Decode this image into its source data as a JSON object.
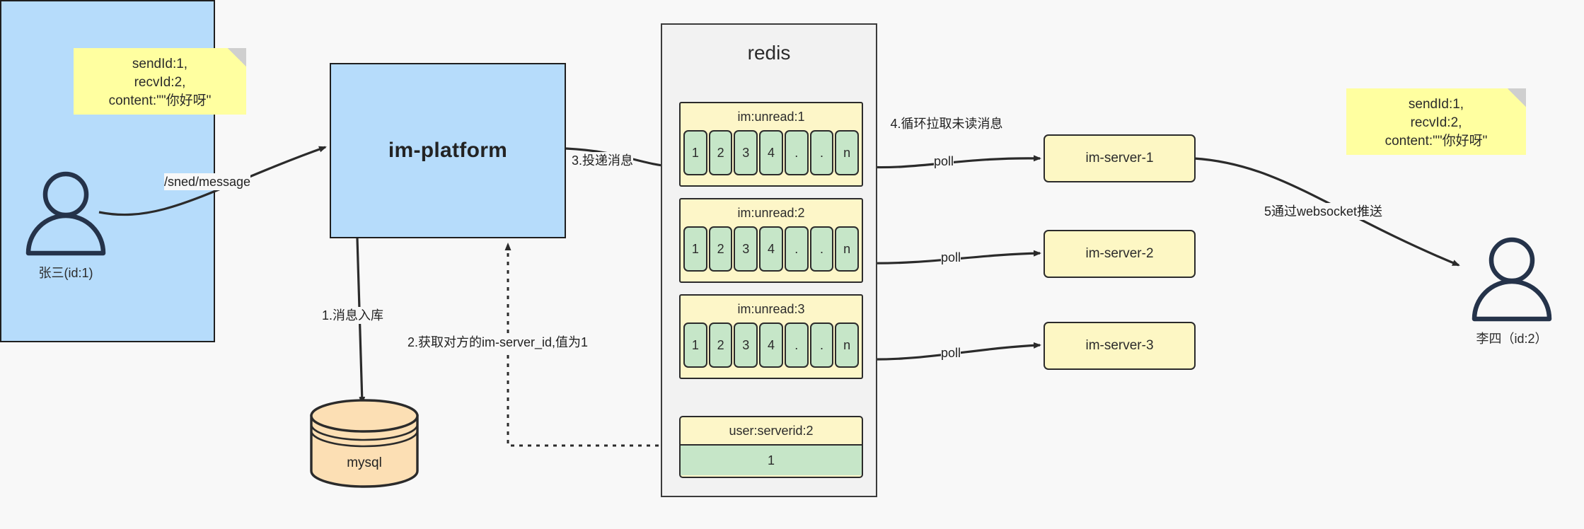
{
  "diagram": {
    "title": "IM message delivery architecture",
    "colors": {
      "sticky": "#ffffa0",
      "blue_box": "#b6dcfb",
      "yellow_box": "#fdf6c8",
      "green_cell": "#c6e6c8",
      "mysql_fill": "#fcdfb4",
      "stroke": "#2b2b2b",
      "background": "#f8f8f8"
    }
  },
  "notes": {
    "left": {
      "line1": "sendId:1,",
      "line2": "recvId:2,",
      "line3": "content:\"\"你好呀\""
    },
    "right": {
      "line1": "sendId:1,",
      "line2": "recvId:2,",
      "line3": "content:\"\"你好呀\""
    }
  },
  "actors": {
    "sender": {
      "caption": "张三(id:1)",
      "icon": "person-icon"
    },
    "receiver": {
      "caption": "李四（id:2）",
      "icon": "person-icon"
    }
  },
  "nodes": {
    "platform": {
      "label": "im-platform"
    },
    "mysql": {
      "label": "mysql"
    },
    "redis": {
      "title": "redis"
    }
  },
  "redis": {
    "queues": [
      {
        "key": "im:unread:1",
        "cells": [
          "1",
          "2",
          "3",
          "4",
          ".",
          ".",
          "n"
        ]
      },
      {
        "key": "im:unread:2",
        "cells": [
          "1",
          "2",
          "3",
          "4",
          ".",
          ".",
          "n"
        ]
      },
      {
        "key": "im:unread:3",
        "cells": [
          "1",
          "2",
          "3",
          "4",
          ".",
          ".",
          "n"
        ]
      }
    ],
    "kv": {
      "key": "user:serverid:2",
      "value": "1"
    }
  },
  "servers": [
    {
      "label": "im-server-1"
    },
    {
      "label": "im-server-2"
    },
    {
      "label": "im-server-3"
    }
  ],
  "edges": {
    "send_message": "/sned/message",
    "step1": "1.消息入库",
    "step2": "2.获取对方的im-server_id,值为1",
    "step3": "3.投递消息",
    "step4": "4.循环拉取未读消息",
    "poll1": "poll",
    "poll2": "poll",
    "poll3": "poll",
    "step5": "5通过websocket推送"
  }
}
